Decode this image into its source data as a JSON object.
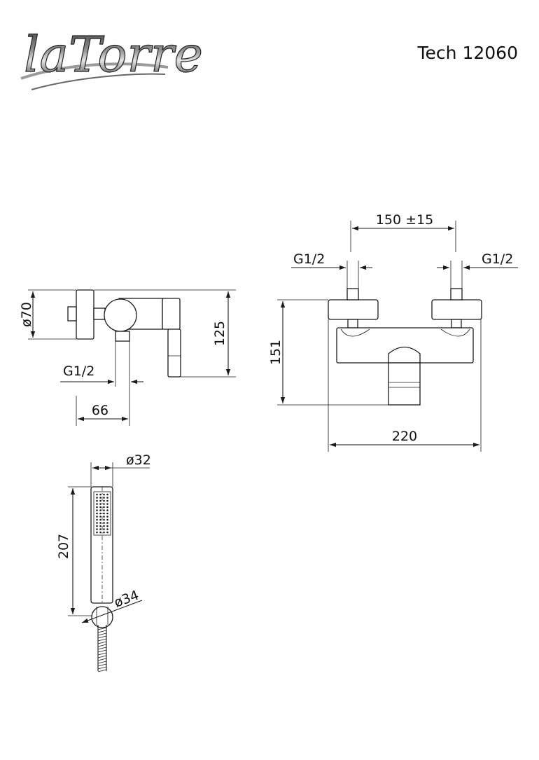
{
  "header": {
    "logo_text": "laTorre",
    "model": "Tech 12060"
  },
  "colors": {
    "ink": "#1a1a1a",
    "logo_dark": "#222222",
    "logo_light": "#9a9a9a"
  },
  "side_view": {
    "diameter_label": "ø70",
    "height_label": "125",
    "thread_label": "G1/2",
    "depth_label": "66"
  },
  "front_view": {
    "spacing_label": "150 ±15",
    "thread_left_label": "G1/2",
    "thread_right_label": "G1/2",
    "height_label": "151",
    "width_label": "220"
  },
  "hand_shower": {
    "diameter_label": "ø32",
    "length_label": "207",
    "holder_label": "ø34"
  }
}
